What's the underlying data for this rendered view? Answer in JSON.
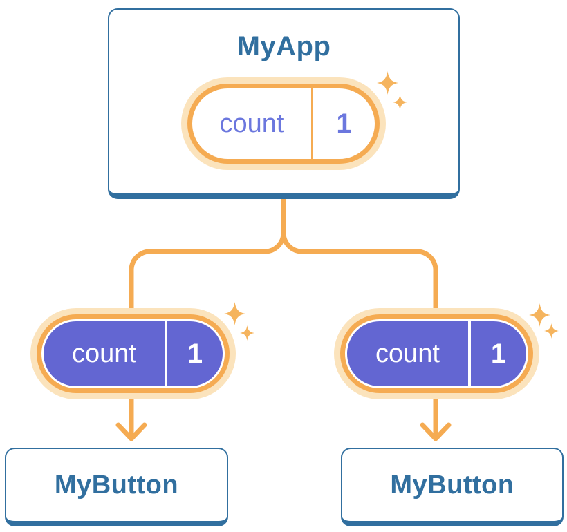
{
  "diagram": {
    "root_card": {
      "title": "MyApp",
      "pill": {
        "label": "count",
        "value": "1"
      }
    },
    "child_cards": [
      {
        "title": "MyButton",
        "pill": {
          "label": "count",
          "value": "1"
        }
      },
      {
        "title": "MyButton",
        "pill": {
          "label": "count",
          "value": "1"
        }
      }
    ],
    "colors": {
      "blue": "#316F9F",
      "orange": "#F5AB52",
      "orange_glow": "#FBE3BC",
      "sparkle_orange": "#F5B45E",
      "purple": "#6366D2",
      "lavender": "#6B77DE",
      "card_bg": "#FFFFFF"
    }
  }
}
